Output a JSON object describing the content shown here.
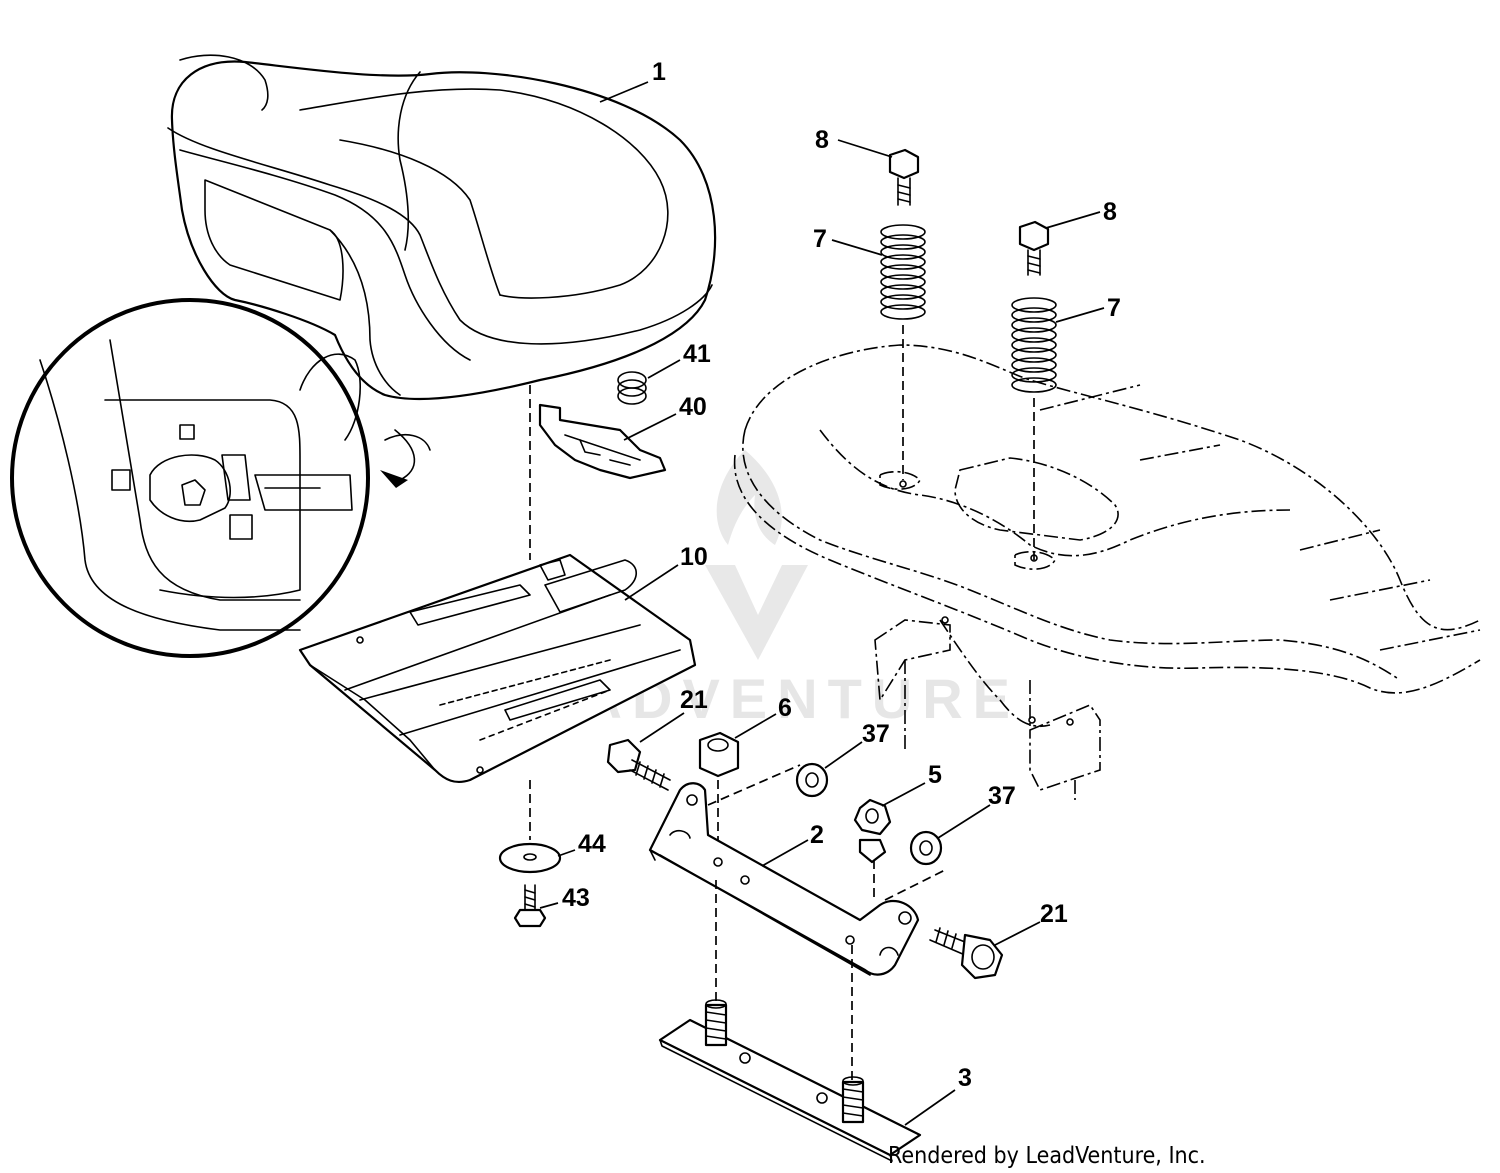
{
  "diagram": {
    "callouts": [
      {
        "id": "c-1",
        "text": "1"
      },
      {
        "id": "c-8a",
        "text": "8"
      },
      {
        "id": "c-7a",
        "text": "7"
      },
      {
        "id": "c-8b",
        "text": "8"
      },
      {
        "id": "c-7b",
        "text": "7"
      },
      {
        "id": "c-41",
        "text": "41"
      },
      {
        "id": "c-40",
        "text": "40"
      },
      {
        "id": "c-10",
        "text": "10"
      },
      {
        "id": "c-21a",
        "text": "21"
      },
      {
        "id": "c-6",
        "text": "6"
      },
      {
        "id": "c-37a",
        "text": "37"
      },
      {
        "id": "c-5",
        "text": "5"
      },
      {
        "id": "c-37b",
        "text": "37"
      },
      {
        "id": "c-2",
        "text": "2"
      },
      {
        "id": "c-44",
        "text": "44"
      },
      {
        "id": "c-43",
        "text": "43"
      },
      {
        "id": "c-21b",
        "text": "21"
      },
      {
        "id": "c-3",
        "text": "3"
      }
    ],
    "credit": "Rendered by LeadVenture, Inc.",
    "watermark": "LEADVENTURE"
  }
}
